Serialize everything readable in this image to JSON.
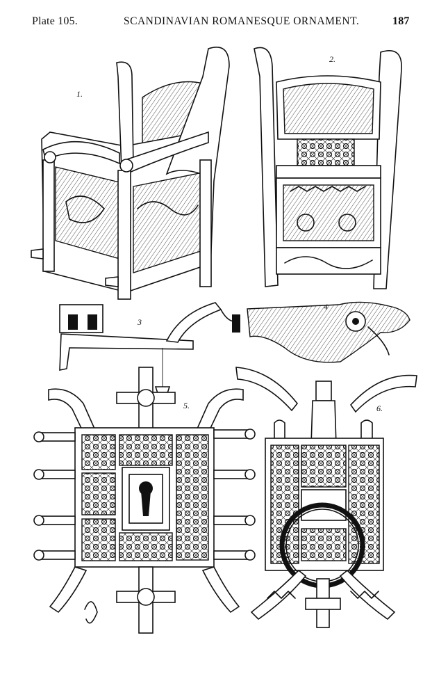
{
  "header": {
    "plate": "Plate 105.",
    "title": "SCANDINAVIAN ROMANESQUE ORNAMENT.",
    "page_number": "187"
  },
  "figures": [
    {
      "label": "1."
    },
    {
      "label": "2."
    },
    {
      "label": "3"
    },
    {
      "label": "4"
    },
    {
      "label": "5."
    },
    {
      "label": "6."
    }
  ]
}
